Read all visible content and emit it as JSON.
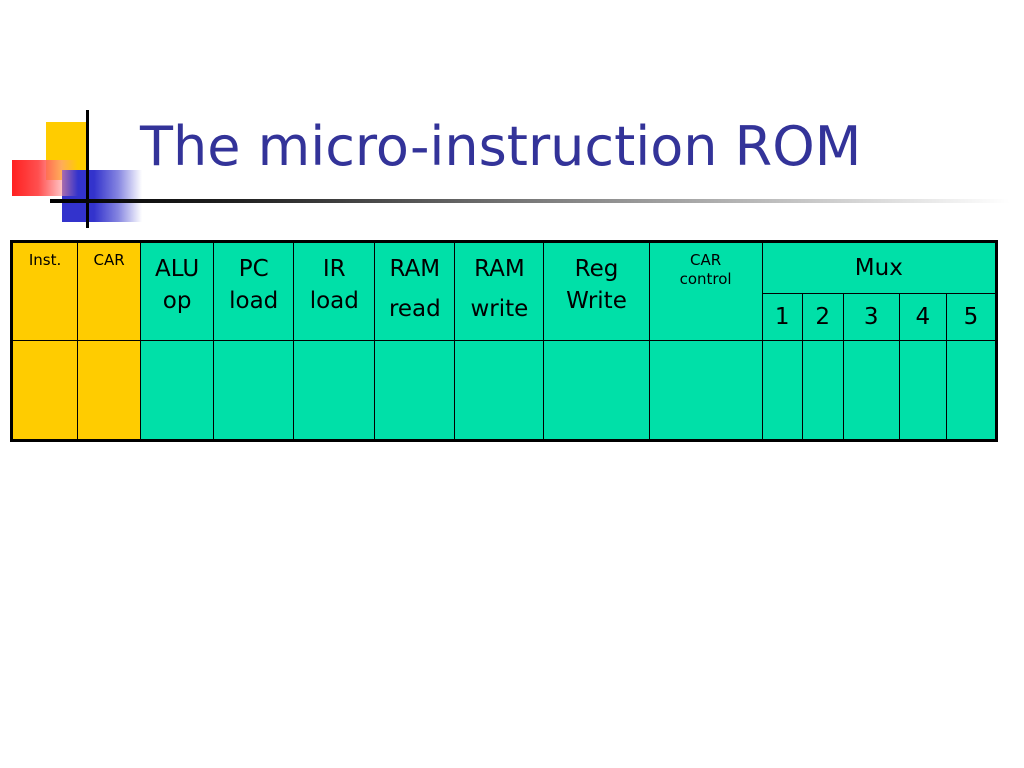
{
  "slide": {
    "title": "The micro-instruction ROM"
  },
  "table": {
    "headers": {
      "inst": "Inst.",
      "car": "CAR",
      "alu_op": [
        "ALU",
        "op"
      ],
      "pc_load": [
        "PC",
        "load"
      ],
      "ir_load": [
        "IR",
        "load"
      ],
      "ram_read": [
        "RAM",
        "read"
      ],
      "ram_write": [
        "RAM",
        "write"
      ],
      "reg_write": [
        "Reg",
        "Write"
      ],
      "car_control": [
        "CAR",
        "control"
      ],
      "mux": "Mux",
      "mux_sub": [
        "1",
        "2",
        "3",
        "4",
        "5"
      ]
    },
    "colors": {
      "yellow": "#ffcc00",
      "green": "#00e0a8"
    },
    "body_rows": [
      [
        "",
        "",
        "",
        "",
        "",
        "",
        "",
        "",
        "",
        "",
        "",
        "",
        "",
        ""
      ]
    ]
  },
  "colors": {
    "title": "#333399",
    "deco_yellow": "#ffcc00",
    "deco_blue": "#3333cc",
    "deco_red": "#ff2020"
  }
}
